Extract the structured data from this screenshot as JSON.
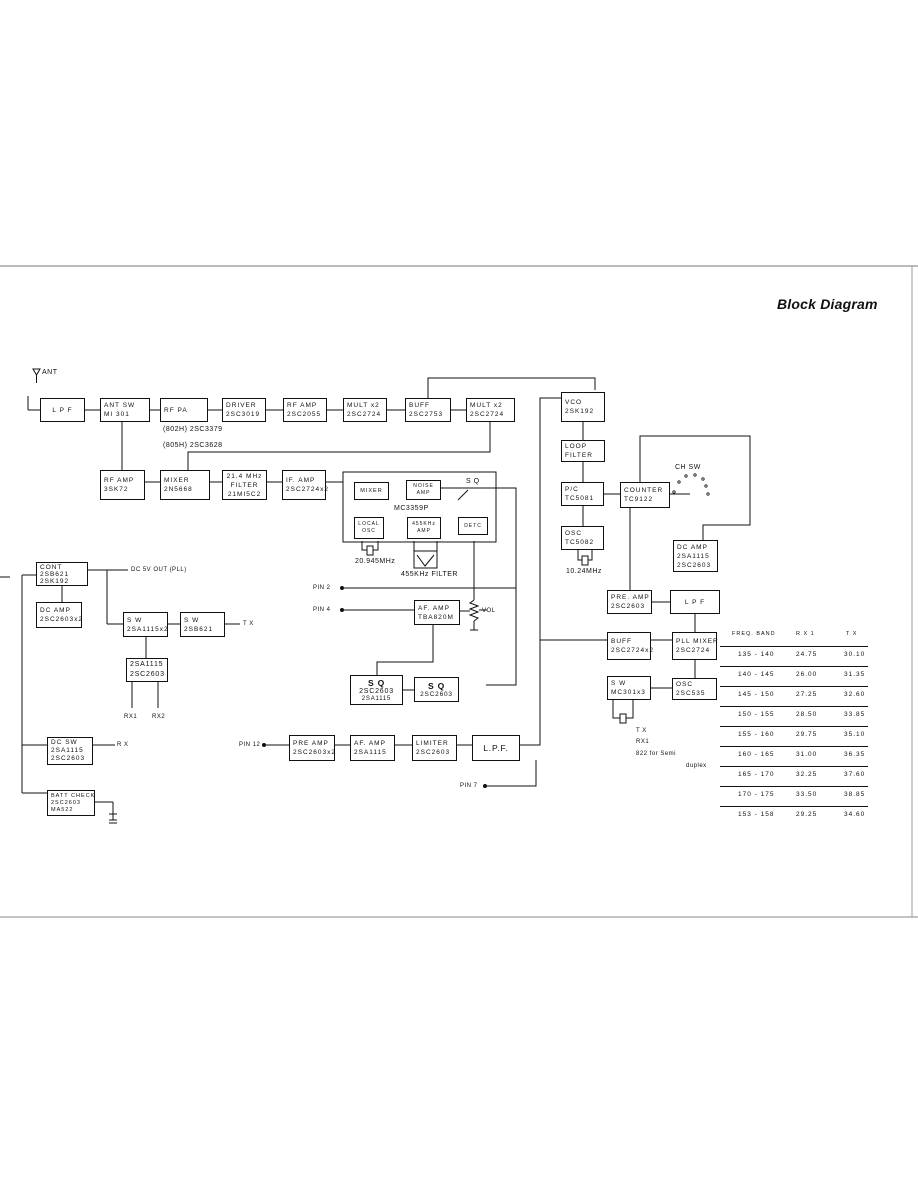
{
  "title": "Block Diagram",
  "antenna": "ANT",
  "blocks": {
    "lpf_ant": [
      "L P F"
    ],
    "ant_sw": [
      "ANT SW",
      "MI 301"
    ],
    "rf_pa": [
      "RF PA"
    ],
    "driver": [
      "DRIVER",
      "2SC3019"
    ],
    "rf_amp_tx": [
      "RF AMP",
      "2SC2055"
    ],
    "mult1": [
      "MULT x2",
      "2SC2724"
    ],
    "buff1": [
      "BUFF",
      "2SC2753"
    ],
    "mult2": [
      "MULT x2",
      "2SC2724"
    ],
    "rf_amp_rx": [
      "RF AMP",
      "3SK72"
    ],
    "mixer": [
      "MIXER",
      "2N5668"
    ],
    "filter214": [
      "21.4 MHz",
      "FILTER",
      "21MI5C2"
    ],
    "if_amp": [
      "IF. AMP",
      "2SC2724x2"
    ],
    "ic_mixer": [
      "MIXER"
    ],
    "noise_amp": [
      "NOISE",
      "AMP"
    ],
    "local_osc": [
      "LOCAL",
      "OSC"
    ],
    "khz_amp": [
      "455KHz",
      "AMP"
    ],
    "detc": [
      "DETC"
    ],
    "vco": [
      "VCO",
      "2SK192"
    ],
    "loop_filter": [
      "LOOP",
      "FILTER"
    ],
    "pc": [
      "P/C",
      "TC5081"
    ],
    "counter": [
      "COUNTER",
      "TC9122"
    ],
    "osc_pll": [
      "OSC",
      "TC5082"
    ],
    "dc_amp_r": [
      "DC AMP",
      "2SA1115",
      "2SC2603"
    ],
    "pre_amp_r": [
      "PRE. AMP",
      "2SC2603"
    ],
    "lpf_r": [
      "L P F"
    ],
    "buff_r": [
      "BUFF",
      "2SC2724x2"
    ],
    "pll_mixer": [
      "PLL MIXER",
      "2SC2724"
    ],
    "sw_r": [
      "S W",
      "MC301x3"
    ],
    "osc_r": [
      "OSC",
      "2SC535"
    ],
    "cont": [
      "CONT",
      "2SB621",
      "2SK192"
    ],
    "dc_amp_l": [
      "DC AMP",
      "2SC2603x2"
    ],
    "sw1": [
      "S W",
      "2SA1115x2"
    ],
    "sw2": [
      "S W",
      "2SB621"
    ],
    "sa_pair": [
      "2SA1115",
      "2SC2603"
    ],
    "af_amp": [
      "AF. AMP",
      "TBA820M"
    ],
    "sq1": [
      "S Q",
      "2SC2603",
      "2SA1115"
    ],
    "sq2": [
      "S Q",
      "2SC2603"
    ],
    "dc_sw": [
      "DC SW",
      "2SA1115",
      "2SC2603"
    ],
    "batt": [
      "BATT CHECK",
      "2SC2603",
      "MA522"
    ],
    "pre_amp_b": [
      "PRE AMP",
      "2SC2603x2"
    ],
    "af_amp_b": [
      "AF. AMP",
      "2SA1115"
    ],
    "limiter": [
      "LIMITER",
      "2SC2603"
    ],
    "lpf_b": [
      "L.P.F."
    ]
  },
  "labels": {
    "v802": "(802H) 2SC3379",
    "v805": "(805H) 2SC3628",
    "ic": "MC3359P",
    "xtal1": "20.945MHz",
    "filter455": "455KHz FILTER",
    "sq": "S Q",
    "vol": "VOL",
    "pin2": "PIN 2",
    "pin4": "PIN 4",
    "pin12": "PIN 12",
    "pin7": "PIN 7",
    "dc5v": "DC 5V OUT (PLL)",
    "tx_out": "T X",
    "rx1": "RX1",
    "rx2": "RX2",
    "rx_out": "R X",
    "ch_sw": "CH SW",
    "xtal2": "10.24MHz",
    "tx_note": "T X",
    "rx_note": "RX1",
    "semi1": "822 for Semi",
    "semi2": "duplex"
  },
  "table": {
    "headers": [
      "FREQ. BAND",
      "R X 1",
      "T X"
    ],
    "rows": [
      [
        "135 - 140",
        "24.75",
        "30.10"
      ],
      [
        "140 - 145",
        "26.00",
        "31.35"
      ],
      [
        "145 - 150",
        "27.25",
        "32.60"
      ],
      [
        "150 - 155",
        "28.50",
        "33.85"
      ],
      [
        "155 - 160",
        "29.75",
        "35.10"
      ],
      [
        "160 - 165",
        "31.00",
        "36.35"
      ],
      [
        "165 - 170",
        "32.25",
        "37.60"
      ],
      [
        "170 - 175",
        "33.50",
        "38.85"
      ],
      [
        "153 - 158",
        "29.25",
        "34.60"
      ]
    ]
  }
}
